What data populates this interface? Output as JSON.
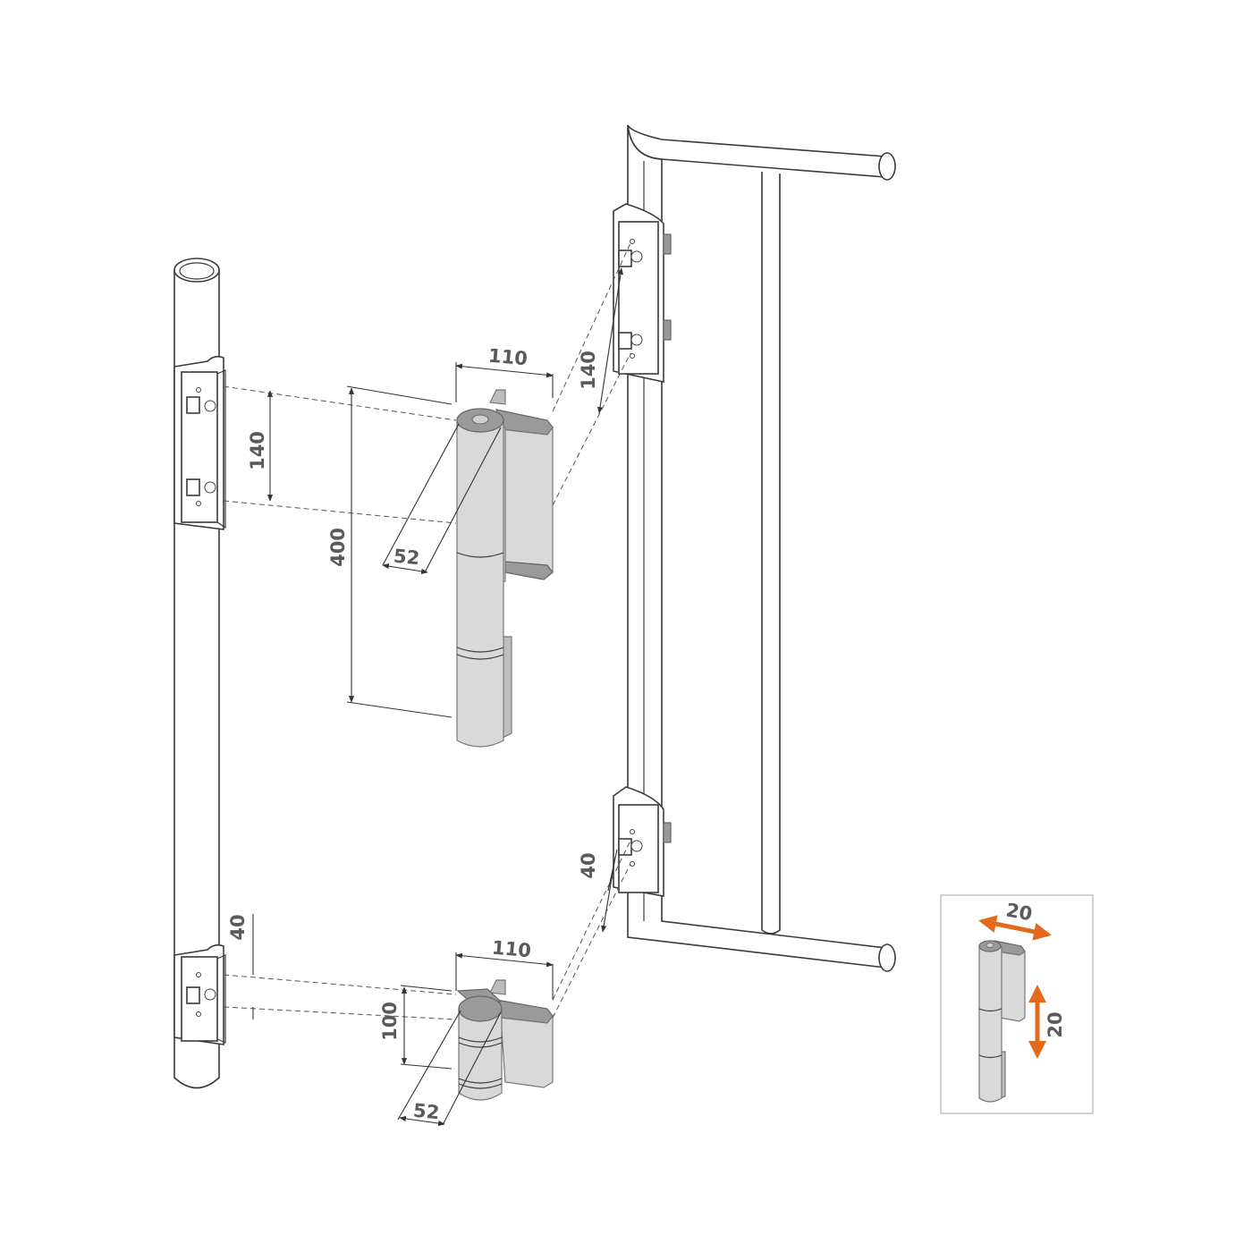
{
  "dimensions": {
    "top_hinge_width": "110",
    "top_hinge_depth": "52",
    "top_hinge_height": "400",
    "post_bracket_spacing": "140",
    "gate_bracket_spacing": "140",
    "bottom_hinge_width": "110",
    "bottom_hinge_depth": "52",
    "bottom_hinge_height": "100",
    "post_bottom_offset": "40",
    "gate_bottom_offset": "40"
  },
  "inset": {
    "horizontal_adjust": "20",
    "vertical_adjust": "20",
    "arrow_color": "#e36a1c"
  },
  "colors": {
    "line": "#3a3a3a",
    "metal": "#d9d9d9",
    "metal_dark": "#9a9a9a"
  }
}
